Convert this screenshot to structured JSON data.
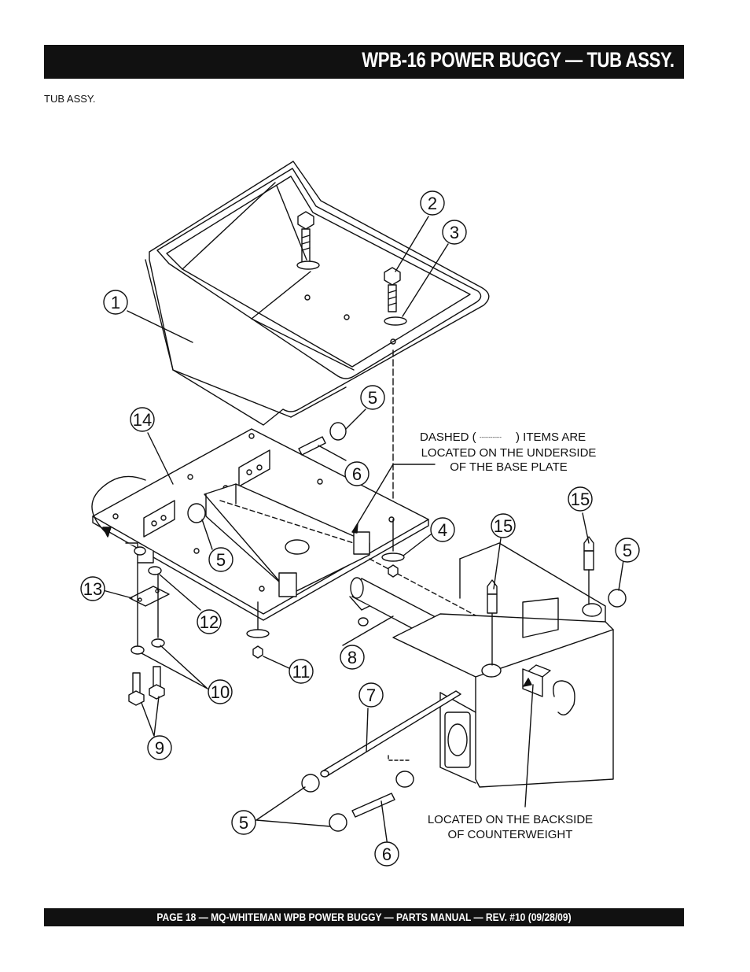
{
  "header": {
    "title": "WPB-16 POWER BUGGY — TUB ASSY."
  },
  "section": {
    "label": "TUB ASSY."
  },
  "footer": {
    "text": "PAGE 18 — MQ-WHITEMAN WPB POWER BUGGY — PARTS  MANUAL — REV. #10 (09/28/09)"
  },
  "notes": {
    "dashed_1a": "DASHED (",
    "dashed_1b": "------------",
    "dashed_1c": ") ITEMS ARE",
    "dashed_2": "LOCATED ON THE UNDERSIDE",
    "dashed_3": "OF THE BASE PLATE",
    "backside_1": "LOCATED ON THE BACKSIDE",
    "backside_2": "OF COUNTERWEIGHT"
  },
  "callouts": {
    "c1": "1",
    "c2": "2",
    "c3": "3",
    "c4": "4",
    "c5a": "5",
    "c5b": "5",
    "c5c": "5",
    "c5d": "5",
    "c6a": "6",
    "c6b": "6",
    "c7": "7",
    "c8": "8",
    "c9": "9",
    "c10": "10",
    "c11": "11",
    "c12": "12",
    "c13": "13",
    "c14": "14",
    "c15a": "15",
    "c15b": "15"
  }
}
